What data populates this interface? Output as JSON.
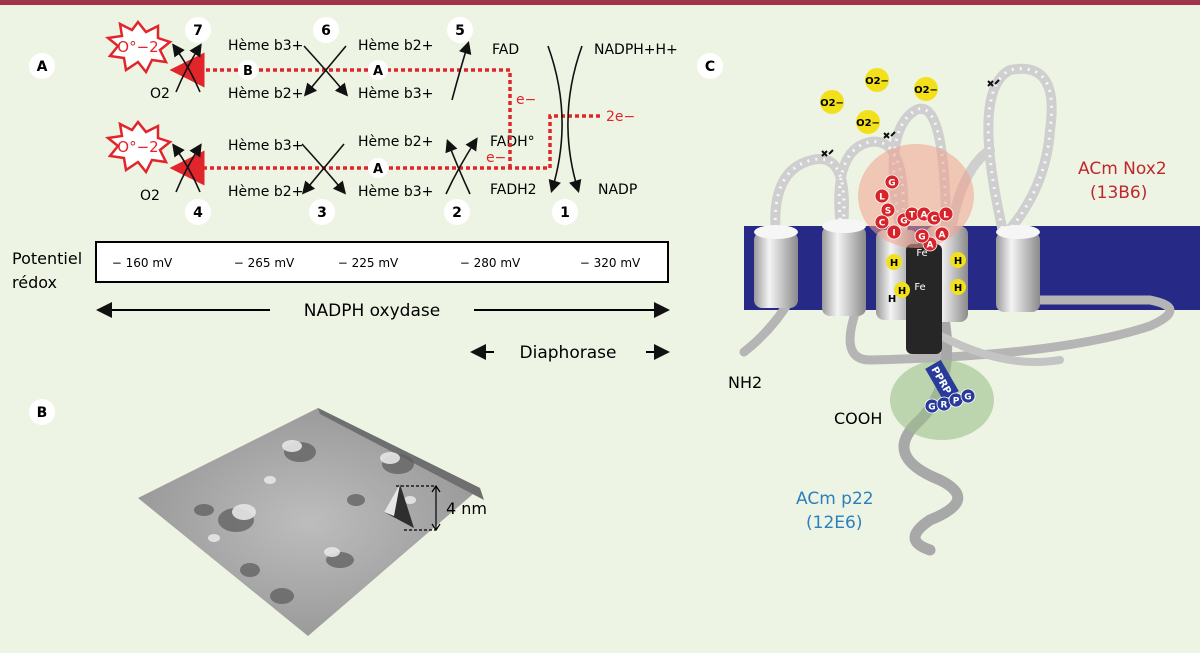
{
  "colors": {
    "accent_bar": "#a1334a",
    "background": "#eef4e3",
    "electron_path": "#e0252b",
    "membrane": "#262a86",
    "nox2_label": "#c0272d",
    "p22_label": "#2a7fc0",
    "epitope_red": "#d7232a",
    "epitope_blue": "#283a9a",
    "superoxide_yellow": "#f2e11a"
  },
  "panel_a": {
    "label": "A",
    "top_row": {
      "superoxide": "O°−2",
      "oxygen": "O2",
      "step7": "7",
      "step6": "6",
      "step5": "5",
      "heme_b3_left": "Hème b3+",
      "heme_b2_left": "Hème b2+",
      "heme_b2_right": "Hème b2+",
      "heme_b3_right": "Hème b3+",
      "site_b": "B",
      "site_a": "A",
      "fad": "FAD",
      "nadph": "NADPH+H+",
      "electron_top": "e−",
      "two_electrons": "2e−"
    },
    "bottom_row": {
      "superoxide": "O°−2",
      "oxygen": "O2",
      "step4": "4",
      "step3": "3",
      "step2": "2",
      "step1": "1",
      "heme_b3_left": "Hème b3+",
      "heme_b2_left": "Hème b2+",
      "heme_b2_right": "Hème b2+",
      "heme_b3_right": "Hème b3+",
      "site_a": "A",
      "fadh_radical": "FADH°",
      "fadh2": "FADH2",
      "nadp": "NADP",
      "electron_bottom": "e−"
    },
    "redox": {
      "label_line1": "Potentiel",
      "label_line2": "rédox",
      "values": [
        "− 160 mV",
        "− 265 mV",
        "− 225 mV",
        "− 280 mV",
        "− 320 mV"
      ]
    },
    "nadph_oxidase": "NADPH oxydase",
    "diaphorase": "Diaphorase"
  },
  "panel_b": {
    "label": "B",
    "height_scale": "4 nm"
  },
  "panel_c": {
    "label": "C",
    "nox2_antibody_line1": "ACm Nox2",
    "nox2_antibody_line2": "(13B6)",
    "p22_antibody_line1": "ACm p22",
    "p22_antibody_line2": "(12E6)",
    "n_terminus": "NH2",
    "c_terminus": "COOH",
    "superoxide": "O2−",
    "iron": "Fe",
    "histidine": "H",
    "proline_rich": "PPRP",
    "nox2_epitope": [
      "G",
      "L",
      "S",
      "C",
      "I",
      "G",
      "T",
      "A",
      "C",
      "L",
      "A",
      "A",
      "G"
    ],
    "p22_epitope": [
      "G",
      "R",
      "P",
      "G"
    ]
  }
}
